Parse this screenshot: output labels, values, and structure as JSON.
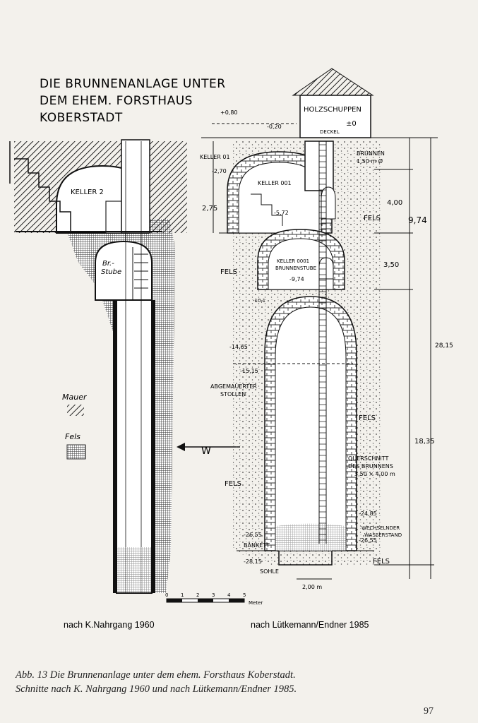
{
  "figure": {
    "title_lines": [
      "DIE BRUNNENANLAGE UNTER",
      "DEM EHEM. FORSTHAUS",
      "KOBERSTADT"
    ],
    "left_section": {
      "labels": {
        "keller2": "KELLER 2",
        "br": "Br.-",
        "stube": "Stube"
      },
      "legend": {
        "mauer": "Mauer",
        "fels": "Fels"
      },
      "arrow_label": "W",
      "credit": "nach K.Nahrgang 1960"
    },
    "right_section": {
      "labels": {
        "holzschuppen": "HOLZSCHUPPEN",
        "pm0": "±0",
        "deckel": "DECKEL",
        "keller01": "KELLER 01",
        "keller001": "KELLER 001",
        "keller0001": "KELLER 0001",
        "brunnenstube": "BRUNNENSTUBE",
        "brunnen": "BRUNNEN",
        "brunnen_dia": "1,50 m Ø",
        "fels": "FELS",
        "stollen_l1": "ABGEMAUERTER",
        "stollen_l2": "STOLLEN",
        "quer_l1": "QUERSCHNITT",
        "quer_l2": "DES BRUNNENS",
        "quer_l3": "3,50 × 4,00 m",
        "bankett": "BANKETT",
        "sohle": "SOHLE",
        "wechsel_l1": "WECHSELNDER",
        "wechsel_l2": "WASSERSTAND",
        "width": "2,00 m"
      },
      "levels": [
        "+0,80",
        "-0,20",
        "-2,70",
        "-5,72",
        "-9,74",
        "-10,1",
        "-14,65",
        "-15,15",
        "-24,85",
        "-26,55",
        "-26,55",
        "-28,15"
      ],
      "dimensions": [
        "2,75",
        "4,00",
        "3,50",
        "9,74",
        "28,15",
        "18,35"
      ],
      "credit": "nach Lütkemann/Endner 1985"
    },
    "scale": {
      "ticks": [
        "0",
        "1",
        "2",
        "3",
        "4",
        "5"
      ],
      "unit": "Meter"
    }
  },
  "caption": {
    "line1": "Abb. 13  Die Brunnenanlage unter dem ehem. Forsthaus Koberstadt.",
    "line2": "Schnitte nach K. Nahrgang 1960 und nach Lütkemann/Endner 1985."
  },
  "page_number": "97"
}
